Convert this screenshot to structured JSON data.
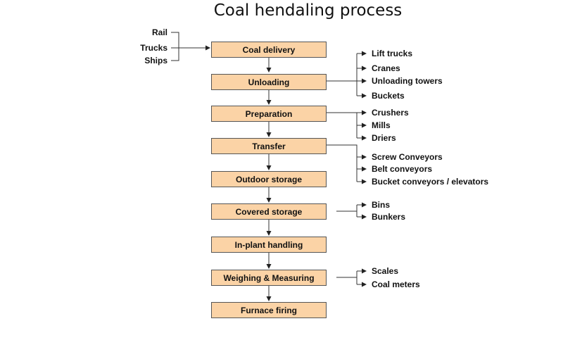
{
  "title": "Coal hendaling process",
  "inputs": [
    "Rail",
    "Trucks",
    "Ships"
  ],
  "steps": [
    "Coal delivery",
    "Unloading",
    "Preparation",
    "Transfer",
    "Outdoor storage",
    "Covered storage",
    "In-plant handling",
    "Weighing & Measuring",
    "Furnace firing"
  ],
  "branches": {
    "unloading": [
      "Lift trucks",
      "Cranes",
      "Unloading towers",
      "Buckets"
    ],
    "preparation": [
      "Crushers",
      "Mills",
      "Driers"
    ],
    "transfer": [
      "Screw Conveyors",
      "Belt conveyors",
      "Bucket conveyors / elevators"
    ],
    "covered_storage": [
      "Bins",
      "Bunkers"
    ],
    "weighing": [
      "Scales",
      "Coal meters"
    ]
  }
}
